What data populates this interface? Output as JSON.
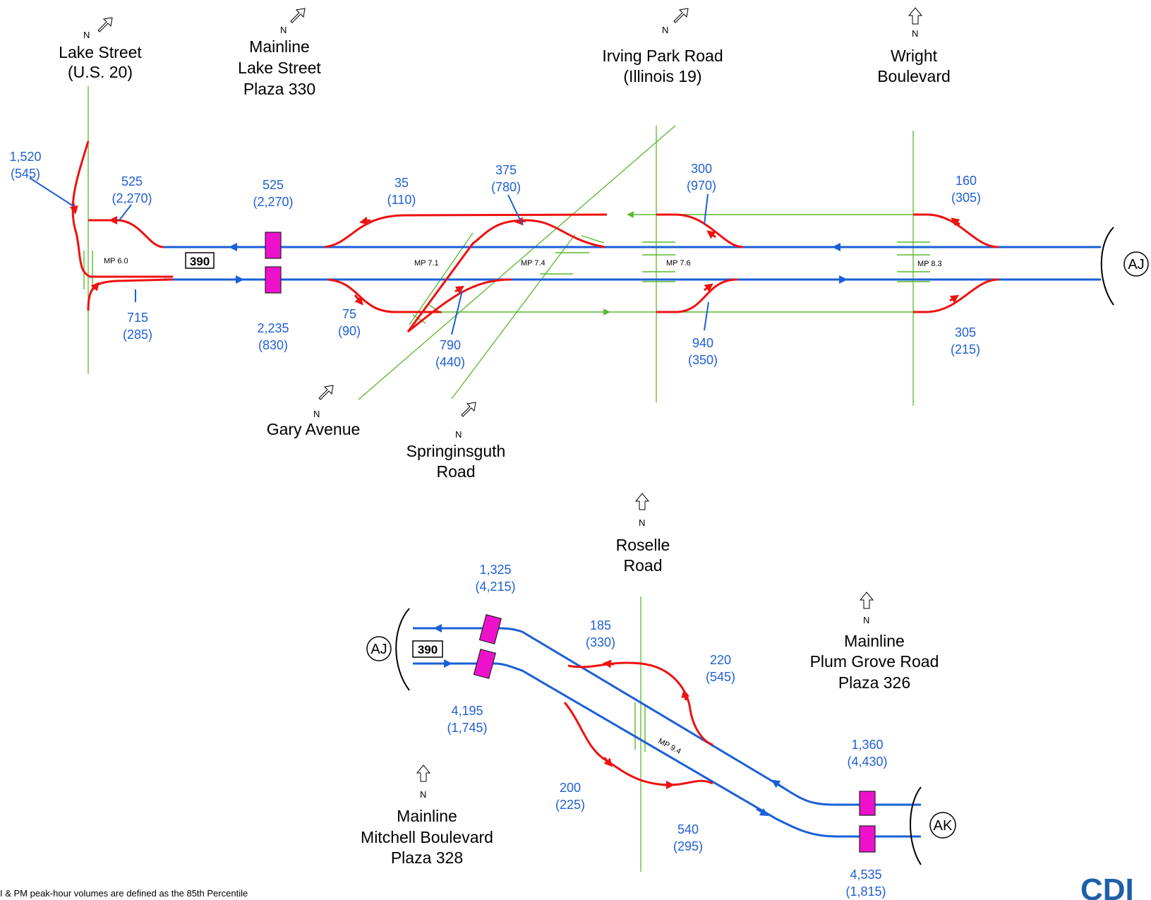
{
  "locations": {
    "lake_street": [
      "Lake Street",
      "(U.S. 20)"
    ],
    "mainline_lake_street": [
      "Mainline",
      "Lake Street",
      "Plaza 330"
    ],
    "irving_park": [
      "Irving Park Road",
      "(Illinois 19)"
    ],
    "wright": [
      "Wright",
      "Boulevard"
    ],
    "gary": [
      "Gary Avenue"
    ],
    "springinsguth": [
      "Springinsguth",
      "Road"
    ],
    "roselle": [
      "Roselle",
      "Road"
    ],
    "plum_grove": [
      "Mainline",
      "Plum Grove Road",
      "Plaza 326"
    ],
    "mitchell": [
      "Mainline",
      "Mitchell Boulevard",
      "Plaza 328"
    ]
  },
  "north_label": "N",
  "route_shield": "390",
  "connectors": {
    "aj": "AJ",
    "ak": "AK"
  },
  "mileposts": {
    "mp60": "MP 6.0",
    "mp71": "MP 7.1",
    "mp74": "MP 7.4",
    "mp76": "MP 7.6",
    "mp83": "MP 8.3",
    "mp94": "MP 9.4"
  },
  "volumes": {
    "v1520": [
      "1,520",
      "(545)"
    ],
    "v525a": [
      "525",
      "(2,270)"
    ],
    "v525b": [
      "525",
      "(2,270)"
    ],
    "v35": [
      "35",
      "(110)"
    ],
    "v375": [
      "375",
      "(780)"
    ],
    "v300": [
      "300",
      "(970)"
    ],
    "v160": [
      "160",
      "(305)"
    ],
    "v715": [
      "715",
      "(285)"
    ],
    "v2235": [
      "2,235",
      "(830)"
    ],
    "v75": [
      "75",
      "(90)"
    ],
    "v790": [
      "790",
      "(440)"
    ],
    "v940": [
      "940",
      "(350)"
    ],
    "v305": [
      "305",
      "(215)"
    ],
    "v1325": [
      "1,325",
      "(4,215)"
    ],
    "v185": [
      "185",
      "(330)"
    ],
    "v220": [
      "220",
      "(545)"
    ],
    "v4195": [
      "4,195",
      "(1,745)"
    ],
    "v200": [
      "200",
      "(225)"
    ],
    "v540": [
      "540",
      "(295)"
    ],
    "v1360": [
      "1,360",
      "(4,430)"
    ],
    "v4535": [
      "4,535",
      "(1,815)"
    ]
  },
  "footnote": "I & PM peak-hour volumes are defined as the 85th Percentile",
  "logo_text": "CDI",
  "colors": {
    "mainline": "#1a5fd6",
    "ramps": "#ee1111",
    "crossroads": "#59b82b",
    "toll_plaza": "#ee11cc",
    "volume_text": "#1f5fd6"
  }
}
